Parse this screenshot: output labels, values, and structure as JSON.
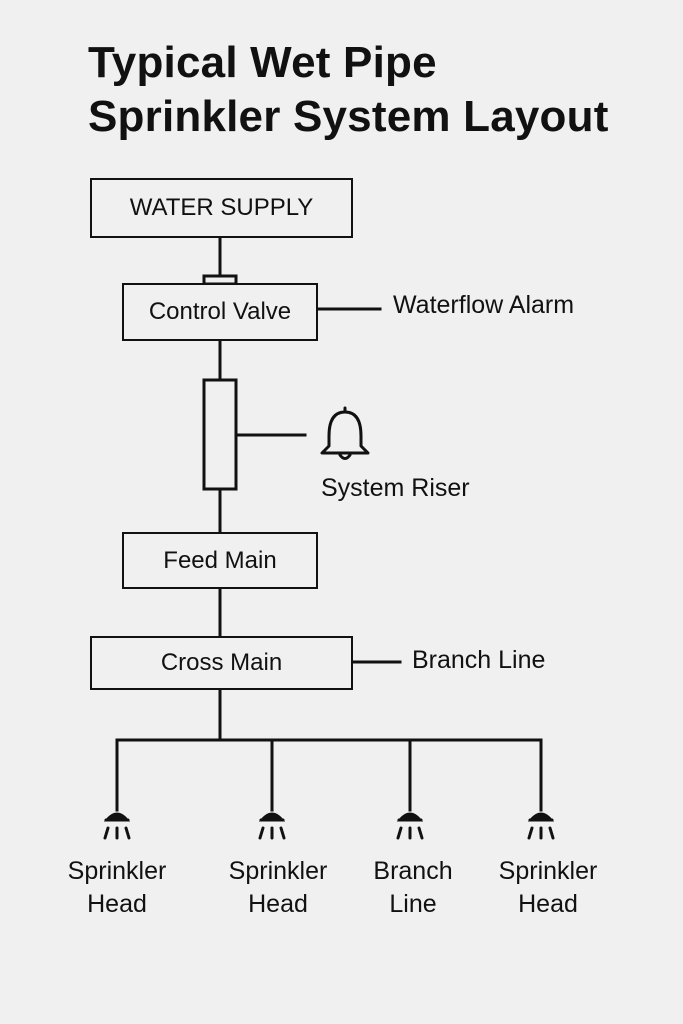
{
  "title": {
    "line1": "Typical Wet Pipe",
    "line2": "Sprinkler System Layout"
  },
  "boxes": {
    "water_supply": "WATER SUPPLY",
    "control_valve": "Control Valve",
    "feed_main": "Feed Main",
    "cross_main": "Cross Main"
  },
  "labels": {
    "waterflow_alarm": "Waterflow Alarm",
    "system_riser": "System Riser",
    "branch_line": "Branch Line"
  },
  "heads": [
    {
      "line1": "Sprinkler",
      "line2": "Head"
    },
    {
      "line1": "Sprinkler",
      "line2": "Head"
    },
    {
      "line1": "Branch",
      "line2": "Line"
    },
    {
      "line1": "Sprinkler",
      "line2": "Head"
    }
  ],
  "icons": {
    "alarm": "bell-icon",
    "head": "sprinkler-head-icon"
  }
}
